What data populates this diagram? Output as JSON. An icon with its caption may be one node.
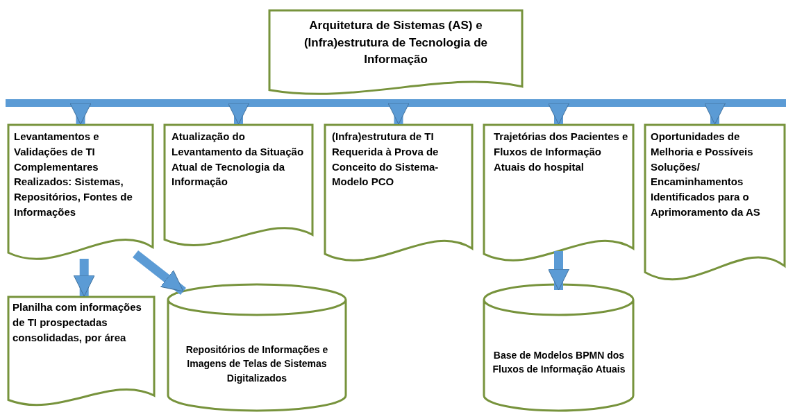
{
  "diagram": {
    "nodes": [
      {
        "text": [
          "Arquitetura de Sistemas (AS) e (Infra)estrutura de Tecnologia de Informação"
        ]
      },
      {
        "text": [],
        "shape": "bar"
      },
      {
        "text": [
          "Levantamentos e Validações de TI Complementares Realizados:  Sistemas, Repositórios, Fontes de Informações"
        ]
      },
      {
        "text": [
          "Atualização do Levantamento da Situação Atual de Tecnologia da Informação"
        ]
      },
      {
        "text": [
          "(Infra)estrutura de TI Requerida à Prova de Conceito do Sistema-Modelo PCO"
        ]
      },
      {
        "text": [
          "Trajetórias dos Pacientes e Fluxos de Informação Atuais do hospital"
        ]
      },
      {
        "text": [
          "Oportunidades de Melhoria e Possíveis Soluções/ Encaminhamentos Identificados para o Aprimoramento da AS"
        ]
      },
      {
        "text": [
          "Planilha com informações de TI prospectadas consolidadas, por área"
        ]
      },
      {
        "text": [
          "Repositórios de Informações e Imagens de Telas de Sistemas Digitalizados"
        ]
      },
      {
        "text": [
          "Base de Modelos BPMN dos Fluxos de Informação Atuais"
        ]
      }
    ],
    "edges": [
      {
        "from": 1,
        "to": 2,
        "arrow": "to"
      },
      {
        "from": 1,
        "to": 3,
        "arrow": "to"
      },
      {
        "from": 1,
        "to": 4,
        "arrow": "to"
      },
      {
        "from": 1,
        "to": 5,
        "arrow": "to"
      },
      {
        "from": 1,
        "to": 6,
        "arrow": "to"
      },
      {
        "from": 2,
        "to": 7,
        "arrow": "to"
      },
      {
        "from": 2,
        "to": 8,
        "arrow": "to"
      },
      {
        "from": 5,
        "to": 9,
        "arrow": "to"
      }
    ]
  }
}
